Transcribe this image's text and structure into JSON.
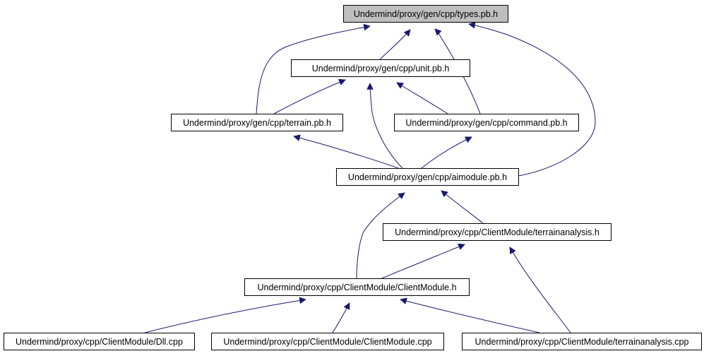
{
  "graph": {
    "title": "",
    "edge_color": "#191970",
    "root_fill": "#bfbfbf",
    "nodes": [
      {
        "id": "types",
        "label": "Undermind/proxy/gen/cpp/types.pb.h",
        "root": true
      },
      {
        "id": "unit",
        "label": "Undermind/proxy/gen/cpp/unit.pb.h"
      },
      {
        "id": "terrain",
        "label": "Undermind/proxy/gen/cpp/terrain.pb.h"
      },
      {
        "id": "command",
        "label": "Undermind/proxy/gen/cpp/command.pb.h"
      },
      {
        "id": "aimodule",
        "label": "Undermind/proxy/gen/cpp/aimodule.pb.h"
      },
      {
        "id": "terrainanalysis_h",
        "label": "Undermind/proxy/cpp/ClientModule/terrainanalysis.h"
      },
      {
        "id": "clientmodule_h",
        "label": "Undermind/proxy/cpp/ClientModule/ClientModule.h"
      },
      {
        "id": "dll_cpp",
        "label": "Undermind/proxy/cpp/ClientModule/Dll.cpp"
      },
      {
        "id": "clientmodule_cpp",
        "label": "Undermind/proxy/cpp/ClientModule/ClientModule.cpp"
      },
      {
        "id": "terrainanalysis_cpp",
        "label": "Undermind/proxy/cpp/ClientModule/terrainanalysis.cpp"
      }
    ],
    "edges": [
      {
        "from": "unit",
        "to": "types"
      },
      {
        "from": "terrain",
        "to": "types"
      },
      {
        "from": "command",
        "to": "types"
      },
      {
        "from": "aimodule",
        "to": "types"
      },
      {
        "from": "terrain",
        "to": "unit"
      },
      {
        "from": "command",
        "to": "unit"
      },
      {
        "from": "aimodule",
        "to": "unit"
      },
      {
        "from": "aimodule",
        "to": "terrain"
      },
      {
        "from": "aimodule",
        "to": "command"
      },
      {
        "from": "terrainanalysis_h",
        "to": "aimodule"
      },
      {
        "from": "clientmodule_h",
        "to": "aimodule"
      },
      {
        "from": "clientmodule_h",
        "to": "terrainanalysis_h"
      },
      {
        "from": "terrainanalysis_cpp",
        "to": "terrainanalysis_h"
      },
      {
        "from": "dll_cpp",
        "to": "clientmodule_h"
      },
      {
        "from": "clientmodule_cpp",
        "to": "clientmodule_h"
      },
      {
        "from": "terrainanalysis_cpp",
        "to": "clientmodule_h"
      }
    ]
  }
}
